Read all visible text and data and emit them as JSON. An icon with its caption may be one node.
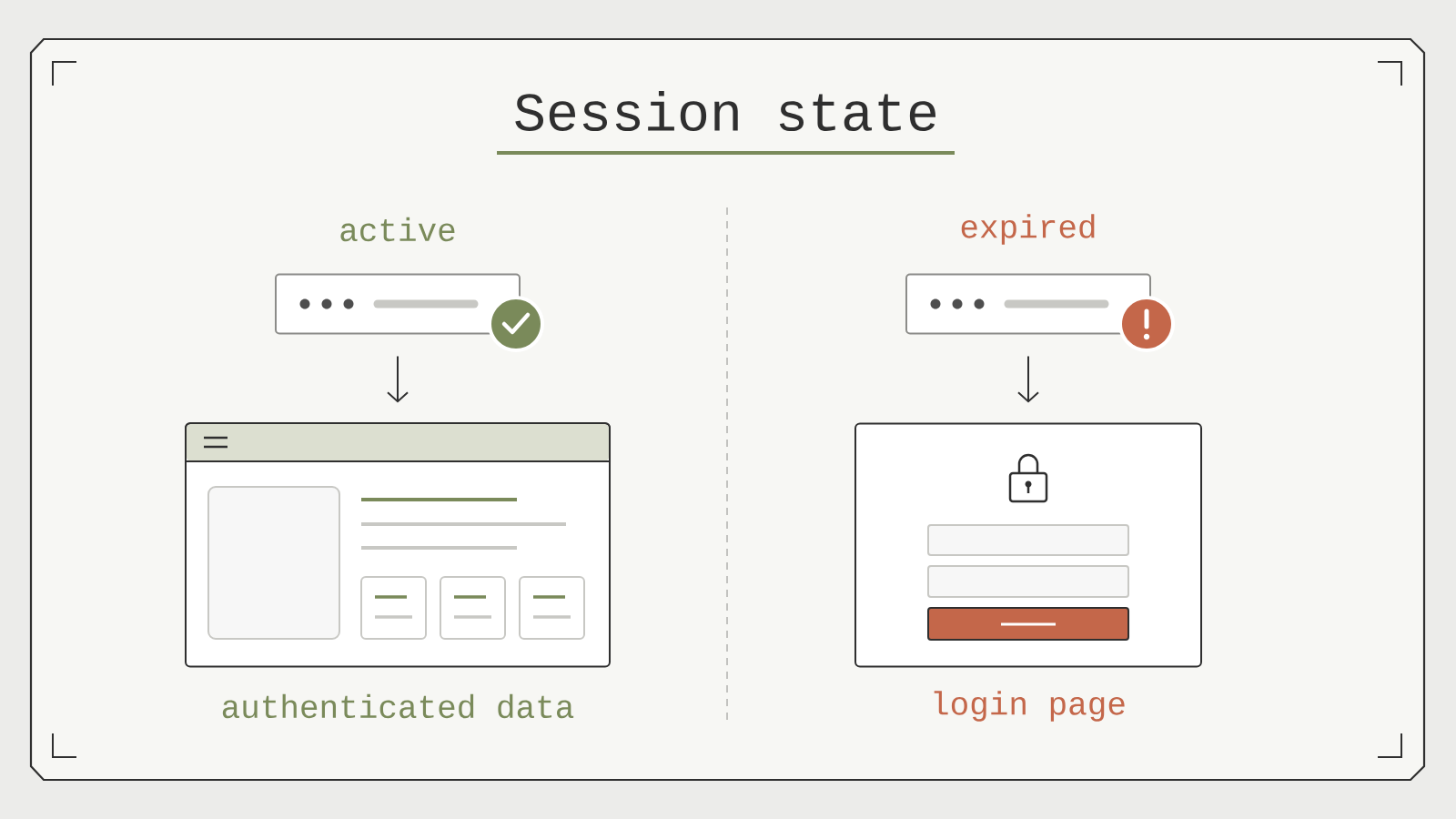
{
  "diagram": {
    "title": "Session state",
    "nodes": [
      {
        "text": [
          "active"
        ]
      },
      {
        "text": [
          "authenticated data"
        ]
      },
      {
        "text": [
          "expired"
        ]
      },
      {
        "text": [
          "login page"
        ]
      }
    ],
    "edges": [
      {
        "from": 0,
        "to": 1,
        "arrow": "to"
      },
      {
        "from": 2,
        "to": 3,
        "arrow": "to"
      }
    ]
  }
}
